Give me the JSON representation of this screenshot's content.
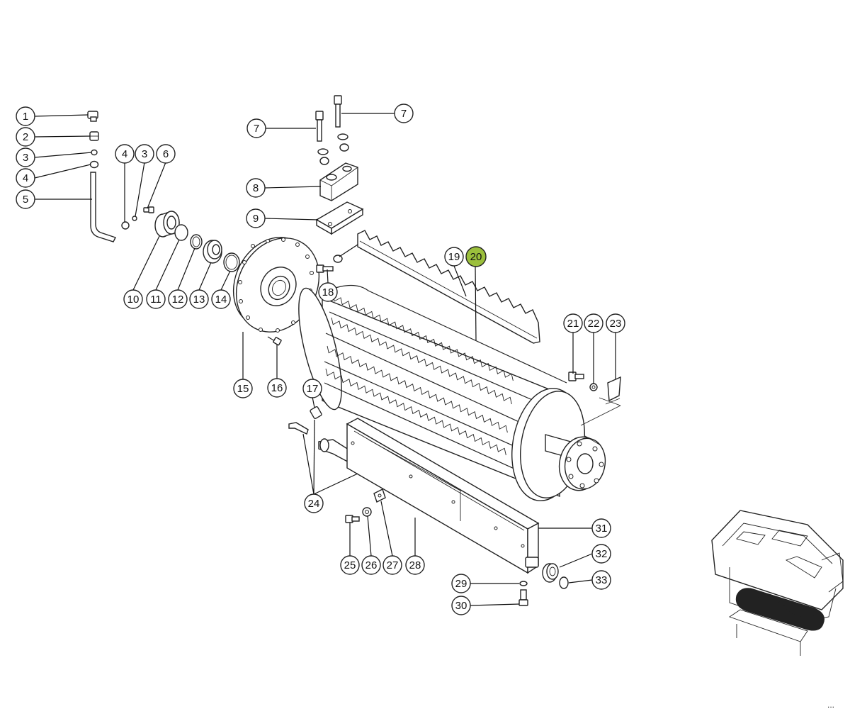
{
  "diagram": {
    "highlight_color": "#9bbf3c",
    "highlighted_part": "20",
    "partial_code": "...",
    "callouts": [
      {
        "id": "c1",
        "label": "1"
      },
      {
        "id": "c2",
        "label": "2"
      },
      {
        "id": "c3a",
        "label": "3"
      },
      {
        "id": "c4a",
        "label": "4"
      },
      {
        "id": "c5",
        "label": "5"
      },
      {
        "id": "c4b",
        "label": "4"
      },
      {
        "id": "c3b",
        "label": "3"
      },
      {
        "id": "c6",
        "label": "6"
      },
      {
        "id": "c7a",
        "label": "7"
      },
      {
        "id": "c7b",
        "label": "7"
      },
      {
        "id": "c8",
        "label": "8"
      },
      {
        "id": "c9",
        "label": "9"
      },
      {
        "id": "c10",
        "label": "10"
      },
      {
        "id": "c11",
        "label": "11"
      },
      {
        "id": "c12",
        "label": "12"
      },
      {
        "id": "c13",
        "label": "13"
      },
      {
        "id": "c14",
        "label": "14"
      },
      {
        "id": "c15",
        "label": "15"
      },
      {
        "id": "c16",
        "label": "16"
      },
      {
        "id": "c17",
        "label": "17"
      },
      {
        "id": "c18",
        "label": "18"
      },
      {
        "id": "c19",
        "label": "19"
      },
      {
        "id": "c20",
        "label": "20"
      },
      {
        "id": "c21",
        "label": "21"
      },
      {
        "id": "c22",
        "label": "22"
      },
      {
        "id": "c23",
        "label": "23"
      },
      {
        "id": "c24",
        "label": "24"
      },
      {
        "id": "c25",
        "label": "25"
      },
      {
        "id": "c26",
        "label": "26"
      },
      {
        "id": "c27",
        "label": "27"
      },
      {
        "id": "c28",
        "label": "28"
      },
      {
        "id": "c29",
        "label": "29"
      },
      {
        "id": "c30",
        "label": "30"
      },
      {
        "id": "c31",
        "label": "31"
      },
      {
        "id": "c32",
        "label": "32"
      },
      {
        "id": "c33",
        "label": "33"
      }
    ]
  }
}
